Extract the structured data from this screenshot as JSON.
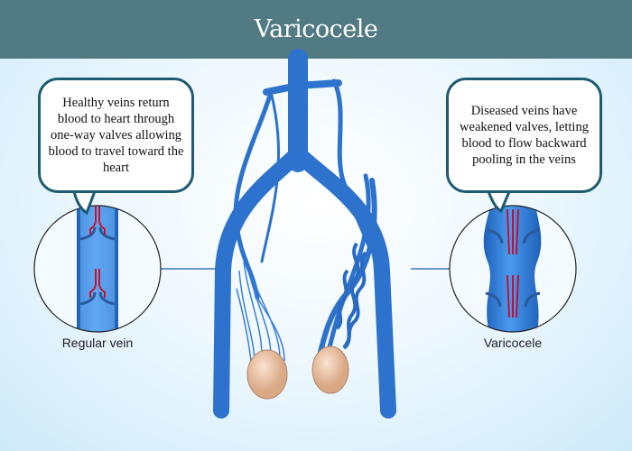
{
  "title": "Varicocele",
  "left_panel": {
    "callout": "Healthy veins return blood to heart through one-way valves allowing blood to travel toward the heart",
    "label": "Regular vein"
  },
  "right_panel": {
    "callout": "Diseased veins have weakened valves, letting blood to flow backward pooling in the veins",
    "label": "Varicocele"
  },
  "colors": {
    "header": "#527a82",
    "vein": "#2f7fd6",
    "arrow": "#c8102e",
    "bubble_border": "#1e5a70"
  }
}
